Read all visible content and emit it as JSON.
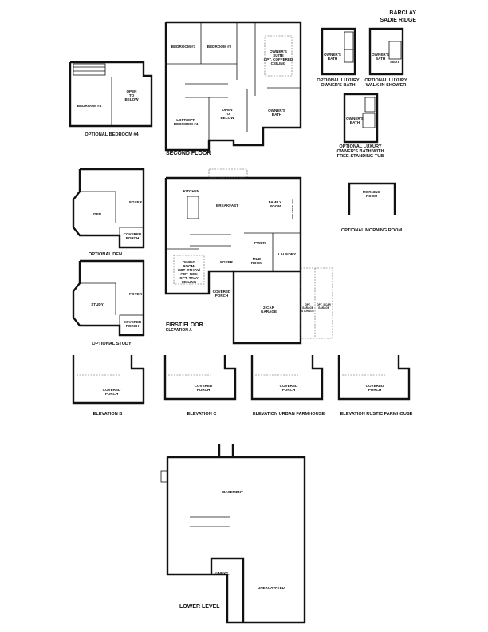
{
  "header": {
    "plan_name": "BARCLAY",
    "community": "SADIE RIDGE"
  },
  "opt_bedroom4": {
    "rooms": [
      "BEDROOM #4",
      "OPEN",
      "TO",
      "BELOW"
    ],
    "caption": "OPTIONAL BEDROOM #4"
  },
  "second_floor": {
    "caption": "SECOND FLOOR",
    "rooms": {
      "bedroom3": "BEDROOM #3",
      "bedroom2": "BEDROOM #2",
      "owners_suite": [
        "OWNER'S",
        "SUITE",
        "OPT. COFFERED",
        "CEILING"
      ],
      "loft": [
        "LOFT/OPT.",
        "BEDROOM #4"
      ],
      "open_below": [
        "OPEN",
        "TO",
        "BELOW"
      ],
      "owners_bath": [
        "OWNER'S",
        "BATH"
      ]
    }
  },
  "bath_options": [
    {
      "room": [
        "OWNER'S",
        "BATH"
      ],
      "caption": [
        "OPTIONAL LUXURY",
        "OWNER'S BATH"
      ]
    },
    {
      "room": [
        "OWNER'S",
        "BATH"
      ],
      "caption": [
        "OPTIONAL LUXURY",
        "WALK-IN SHOWER"
      ],
      "extra": "SEAT"
    },
    {
      "room": [
        "OWNER'S",
        "BATH"
      ],
      "caption": [
        "OPTIONAL LUXURY",
        "OWNER'S BATH WITH",
        "FREE-STANDING TUB"
      ]
    }
  ],
  "opt_den": {
    "rooms": [
      "DEN",
      "FOYER",
      "COVERED",
      "PORCH"
    ],
    "caption": "OPTIONAL DEN"
  },
  "opt_study": {
    "rooms": [
      "STUDY",
      "FOYER",
      "COVERED",
      "PORCH"
    ],
    "caption": "OPTIONAL STUDY"
  },
  "first_floor": {
    "caption": "FIRST FLOOR",
    "subcaption": "ELEVATION A",
    "rooms": {
      "kitchen": "KITCHEN",
      "breakfast": "BREAKFAST",
      "family": [
        "FAMILY",
        "ROOM"
      ],
      "dining": [
        "DINING",
        "ROOM/",
        "OPT. STUDY/",
        "OPT. DEN",
        "OPT. TRAY",
        "CEILING"
      ],
      "foyer": "FOYER",
      "mud": [
        "MUD",
        "ROOM"
      ],
      "pwdr": "PWDR",
      "laundry": "LAUNDRY",
      "porch": [
        "COVERED",
        "PORCH"
      ],
      "garage": [
        "2-CAR",
        "GARAGE"
      ],
      "opt_storage": [
        "OPT.",
        "GARAGE",
        "STORAGE"
      ],
      "opt_3car": [
        "OPT. 3-CAR",
        "GARAGE"
      ],
      "fireplace": "OPT. FIREPLACE"
    }
  },
  "morning_room": {
    "room": [
      "MORNING",
      "ROOM"
    ],
    "caption": "OPTIONAL MORNING ROOM"
  },
  "elevations": [
    {
      "porch": [
        "COVERED",
        "PORCH"
      ],
      "caption": "ELEVATION B"
    },
    {
      "porch": [
        "COVERED",
        "PORCH"
      ],
      "caption": "ELEVATION C"
    },
    {
      "porch": [
        "COVERED",
        "PORCH"
      ],
      "caption": "ELEVATION URBAN FARMHOUSE"
    },
    {
      "porch": [
        "COVERED",
        "PORCH"
      ],
      "caption": "ELEVATION RUSTIC FARMHOUSE"
    }
  ],
  "lower_level": {
    "caption": "LOWER LEVEL",
    "rooms": {
      "basement": "BASEMENT",
      "unexc_small": "UNEXC.",
      "unexcavated": "UNEXCAVATED"
    }
  }
}
